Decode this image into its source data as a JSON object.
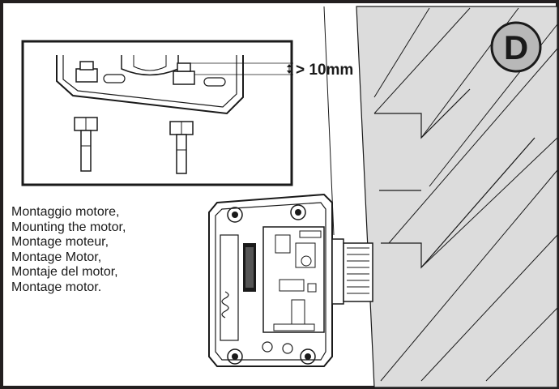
{
  "step": {
    "letter": "D"
  },
  "detail": {
    "dimension_label": "> 10mm"
  },
  "captions": [
    "Montaggio motore,",
    "Mounting the motor,",
    "Montage moteur,",
    "Montage Motor,",
    "Montaje del motor,",
    "Montage motor."
  ],
  "colors": {
    "frame": "#231f20",
    "badge_fill": "#b8b8b8",
    "wall_fill": "#dcdcdc",
    "line": "#1a1a1a"
  }
}
